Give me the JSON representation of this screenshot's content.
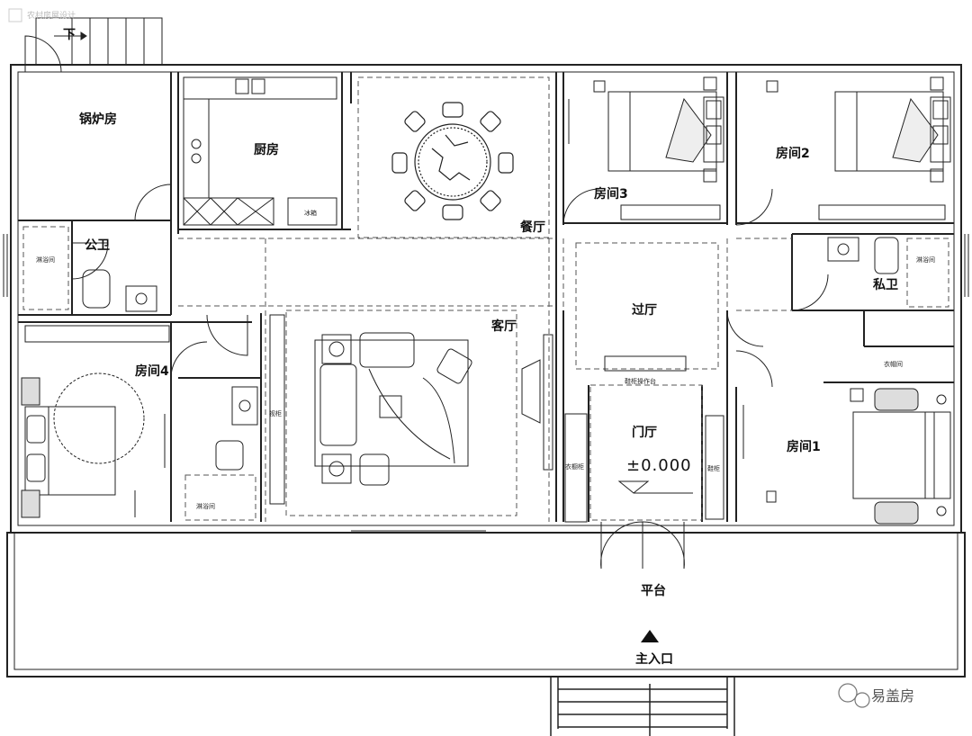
{
  "watermark": {
    "top_text": "农村房屋设计",
    "brand_text": "易盖房"
  },
  "stair_direction": "下",
  "rooms": {
    "boiler": "锅炉房",
    "kitchen": "厨房",
    "fridge": "冰箱",
    "dining": "餐厅",
    "room3": "房间3",
    "room2": "房间2",
    "public_bath": "公卫",
    "shower_left": "淋浴间",
    "private_bath": "私卫",
    "shower_right": "淋浴间",
    "room4": "房间4",
    "shower_mid": "淋浴间",
    "living": "客厅",
    "tv_cabinet": "视柜",
    "corridor_hall": "过厅",
    "entry_hall": "门厅",
    "shoe_cabinet": "鞋柜",
    "coat_cabinet": "衣橱柜",
    "counter_label": "鞋柜操作台",
    "closet": "衣帽间",
    "room1": "房间1",
    "platform": "平台",
    "main_entrance": "主入口"
  },
  "elevation": "±0.000",
  "colors": {
    "wall": "#222222",
    "line": "#333333",
    "dashed": "#555555",
    "background": "#ffffff"
  }
}
